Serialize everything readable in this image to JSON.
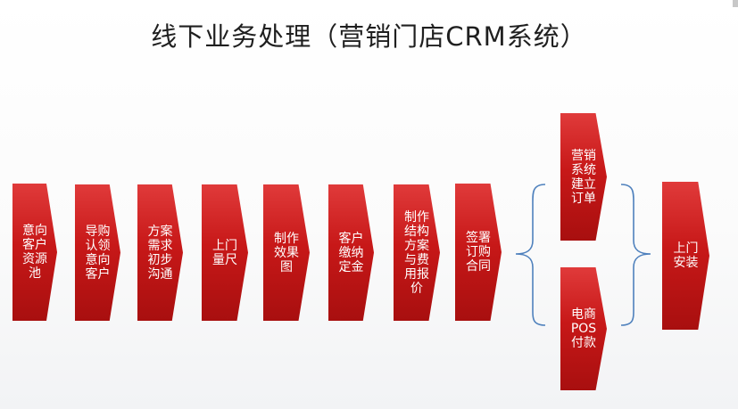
{
  "title": "线下业务处理（营销门店CRM系统）",
  "colors": {
    "arrow_top": "#e03a3a",
    "arrow_mid": "#c71818",
    "arrow_bottom": "#a80f0f",
    "text": "#ffffff",
    "brace": "#4f81bd"
  },
  "steps": [
    {
      "id": "s1",
      "lines": [
        "意向",
        "客户",
        "资源",
        "池"
      ]
    },
    {
      "id": "s2",
      "lines": [
        "导购",
        "认领",
        "意向",
        "客户"
      ]
    },
    {
      "id": "s3",
      "lines": [
        "方案",
        "需求",
        "初步",
        "沟通"
      ]
    },
    {
      "id": "s4",
      "lines": [
        "上门",
        "量尺"
      ]
    },
    {
      "id": "s5",
      "lines": [
        "制作",
        "效果",
        "图"
      ]
    },
    {
      "id": "s6",
      "lines": [
        "客户",
        "缴纳",
        "定金"
      ]
    },
    {
      "id": "s7",
      "lines": [
        "制作",
        "结构",
        "方案",
        "与费",
        "用报",
        "价"
      ]
    },
    {
      "id": "s8",
      "lines": [
        "签署",
        "订购",
        "合同"
      ]
    },
    {
      "id": "s9",
      "lines": [
        "营销",
        "系统",
        "建立",
        "订单"
      ]
    },
    {
      "id": "s10",
      "lines": [
        "电商",
        "POS",
        "付款"
      ]
    },
    {
      "id": "s11",
      "lines": [
        "上门",
        "安装"
      ]
    }
  ]
}
